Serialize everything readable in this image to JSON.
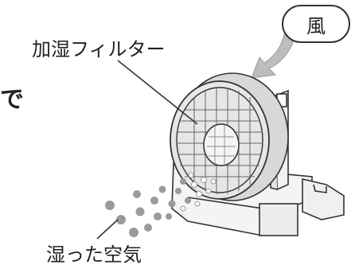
{
  "labels": {
    "wind": "風",
    "humidifying_filter": "加湿フィルター",
    "humid_air": "湿った空気",
    "partial_text": "で"
  },
  "colors": {
    "stroke": "#333333",
    "arrow_fill": "#bdbdbd",
    "droplet_fill": "#9a9a9a",
    "mesh_fill": "#e6e6e6"
  }
}
